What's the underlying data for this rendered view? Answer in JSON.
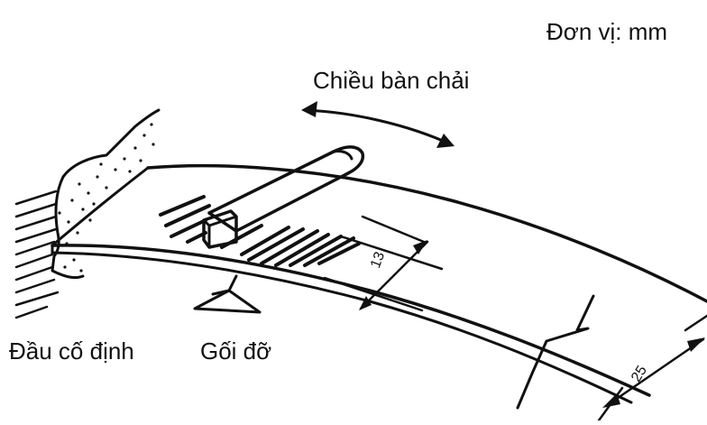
{
  "unit": "Đơn vị: mm",
  "labels": {
    "brush_direction": "Chiều bàn chải",
    "fixed_end": "Đầu cố định",
    "support": "Gối đỡ"
  },
  "dimensions": {
    "brushed_width": "13",
    "strip_width": "25"
  },
  "colors": {
    "ink": "#111111",
    "background": "#ffffff"
  }
}
